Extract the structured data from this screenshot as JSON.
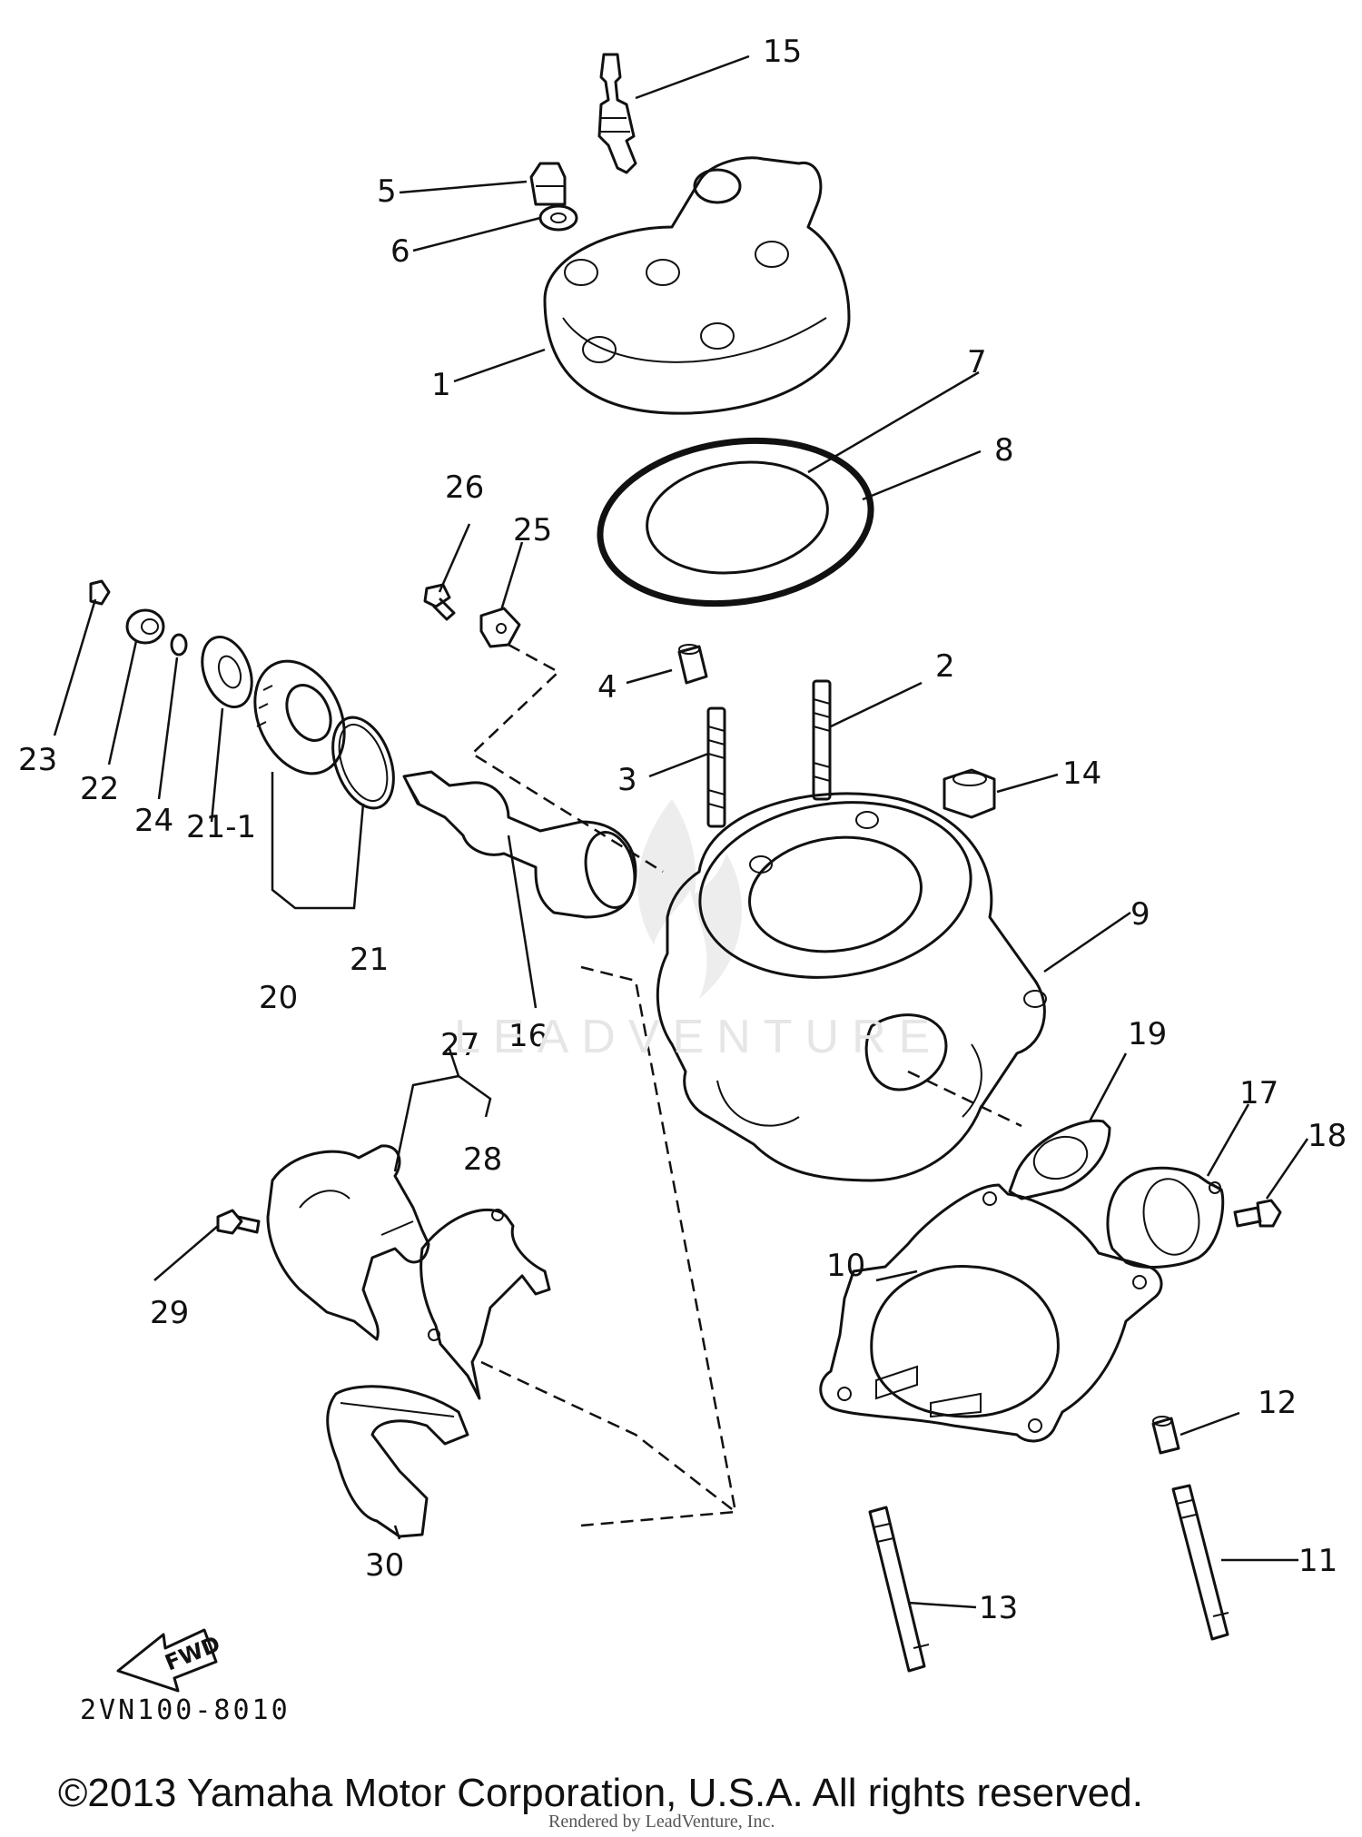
{
  "diagram": {
    "callouts": [
      {
        "id": "c1",
        "text": "1"
      },
      {
        "id": "c2",
        "text": "2"
      },
      {
        "id": "c3",
        "text": "3"
      },
      {
        "id": "c4",
        "text": "4"
      },
      {
        "id": "c5",
        "text": "5"
      },
      {
        "id": "c6",
        "text": "6"
      },
      {
        "id": "c7",
        "text": "7"
      },
      {
        "id": "c8",
        "text": "8"
      },
      {
        "id": "c9",
        "text": "9"
      },
      {
        "id": "c10",
        "text": "10"
      },
      {
        "id": "c11",
        "text": "11"
      },
      {
        "id": "c12",
        "text": "12"
      },
      {
        "id": "c13",
        "text": "13"
      },
      {
        "id": "c14",
        "text": "14"
      },
      {
        "id": "c15",
        "text": "15"
      },
      {
        "id": "c16",
        "text": "16"
      },
      {
        "id": "c17",
        "text": "17"
      },
      {
        "id": "c18",
        "text": "18"
      },
      {
        "id": "c19",
        "text": "19"
      },
      {
        "id": "c20",
        "text": "20"
      },
      {
        "id": "c21",
        "text": "21"
      },
      {
        "id": "c21-1",
        "text": "21-1"
      },
      {
        "id": "c22",
        "text": "22"
      },
      {
        "id": "c23",
        "text": "23"
      },
      {
        "id": "c24",
        "text": "24"
      },
      {
        "id": "c25",
        "text": "25"
      },
      {
        "id": "c26",
        "text": "26"
      },
      {
        "id": "c27",
        "text": "27"
      },
      {
        "id": "c28",
        "text": "28"
      },
      {
        "id": "c29",
        "text": "29"
      },
      {
        "id": "c30",
        "text": "30"
      }
    ],
    "fwd_label": "FWD",
    "code": "2VN100-8010"
  },
  "watermark": {
    "brand": "LEADVENTURE",
    "rendered_by": "Rendered by LeadVenture, Inc."
  },
  "footer": {
    "copyright": "©2013 Yamaha Motor Corporation, U.S.A. All rights reserved."
  }
}
